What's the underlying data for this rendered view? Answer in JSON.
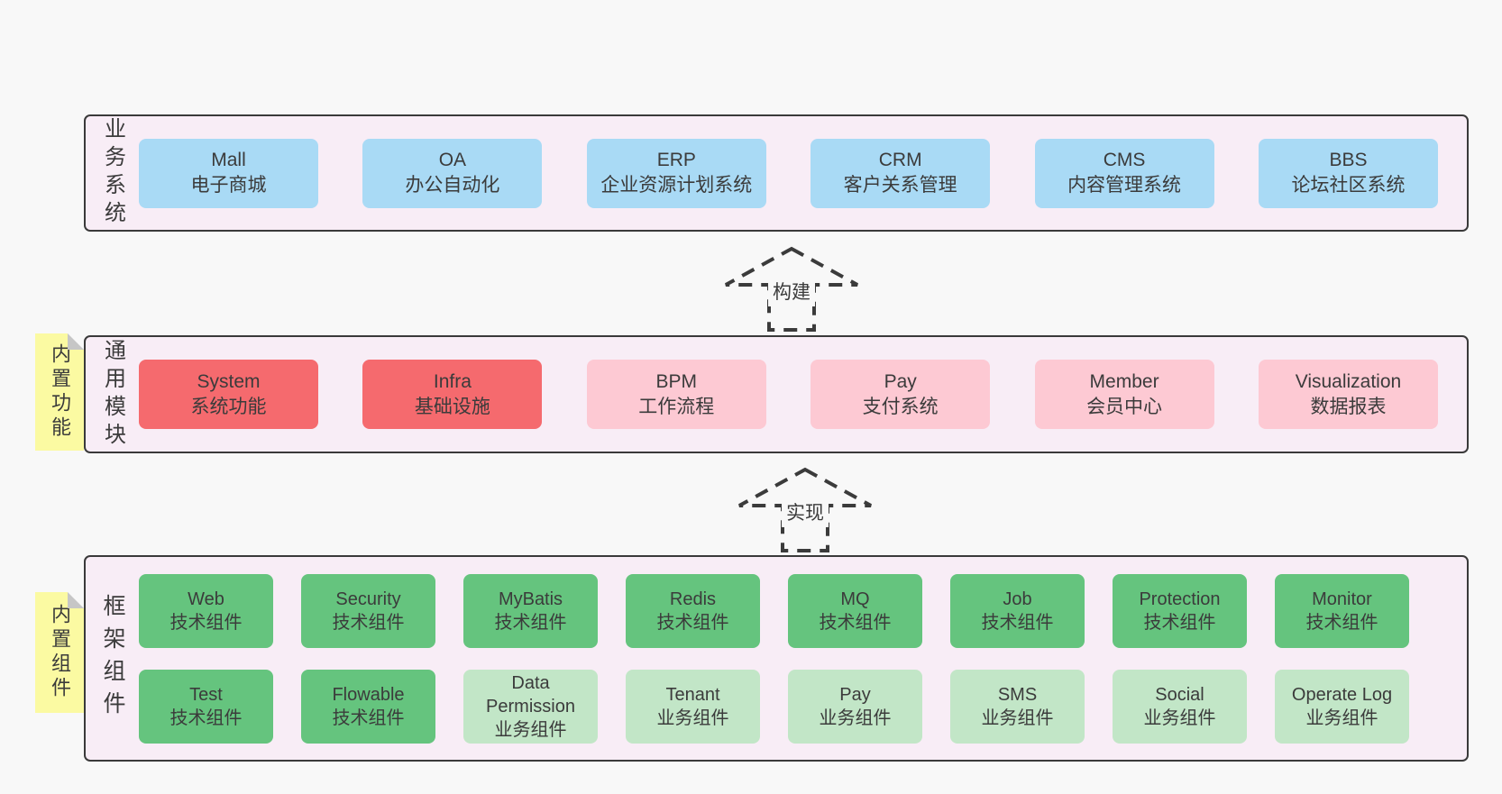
{
  "colors": {
    "page_bg": "#f8f8f8",
    "panel_bg": "#f8edf6",
    "panel_border": "#3a3a3a",
    "business_box": "#a9daf5",
    "core_module_box": "#f56a6e",
    "optional_module_box": "#fdc9d3",
    "tech_component_box": "#65c47e",
    "biz_component_box": "#c2e6c7",
    "note_bg": "#fbfaa2",
    "note_fold": "#c6c6c6",
    "text": "#3b3b3b"
  },
  "notes": [
    {
      "label": "内置功能"
    },
    {
      "label": "内置组件"
    }
  ],
  "arrows": [
    {
      "label": "构建"
    },
    {
      "label": "实现"
    }
  ],
  "panels": [
    {
      "label": "业务系统",
      "boxes": [
        {
          "en": "Mall",
          "zh": "电子商城"
        },
        {
          "en": "OA",
          "zh": "办公自动化"
        },
        {
          "en": "ERP",
          "zh": "企业资源计划系统"
        },
        {
          "en": "CRM",
          "zh": "客户关系管理"
        },
        {
          "en": "CMS",
          "zh": "内容管理系统"
        },
        {
          "en": "BBS",
          "zh": "论坛社区系统"
        }
      ]
    },
    {
      "label": "通用模块",
      "boxes": [
        {
          "en": "System",
          "zh": "系统功能"
        },
        {
          "en": "Infra",
          "zh": "基础设施"
        },
        {
          "en": "BPM",
          "zh": "工作流程"
        },
        {
          "en": "Pay",
          "zh": "支付系统"
        },
        {
          "en": "Member",
          "zh": "会员中心"
        },
        {
          "en": "Visualization",
          "zh": "数据报表"
        }
      ]
    },
    {
      "label": "框架组件",
      "rows": [
        [
          {
            "en": "Web",
            "zh": "技术组件"
          },
          {
            "en": "Security",
            "zh": "技术组件"
          },
          {
            "en": "MyBatis",
            "zh": "技术组件"
          },
          {
            "en": "Redis",
            "zh": "技术组件"
          },
          {
            "en": "MQ",
            "zh": "技术组件"
          },
          {
            "en": "Job",
            "zh": "技术组件"
          },
          {
            "en": "Protection",
            "zh": "技术组件"
          },
          {
            "en": "Monitor",
            "zh": "技术组件"
          }
        ],
        [
          {
            "en": "Test",
            "zh": "技术组件"
          },
          {
            "en": "Flowable",
            "zh": "技术组件"
          },
          {
            "en": "Data Permission",
            "zh": "业务组件"
          },
          {
            "en": "Tenant",
            "zh": "业务组件"
          },
          {
            "en": "Pay",
            "zh": "业务组件"
          },
          {
            "en": "SMS",
            "zh": "业务组件"
          },
          {
            "en": "Social",
            "zh": "业务组件"
          },
          {
            "en": "Operate Log",
            "zh": "业务组件"
          }
        ]
      ]
    }
  ]
}
